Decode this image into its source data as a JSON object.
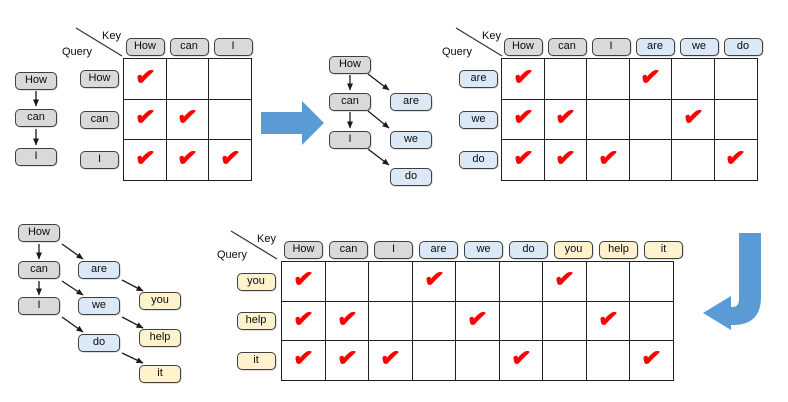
{
  "labels": {
    "key": "Key",
    "query": "Query",
    "check": "✔"
  },
  "colors": {
    "gray_fill": "#d9d9d9",
    "blue_fill": "#dbe9f6",
    "yellow_fill": "#fff2cc",
    "box_border": "#404040",
    "grid_line": "#1f1f1f",
    "check_red": "#fe0000",
    "flow_arrow_blue": "#5b9bd5"
  },
  "chains": [
    {
      "nodes": [
        {
          "label": "How",
          "color": "gray"
        },
        {
          "label": "can",
          "color": "gray"
        },
        {
          "label": "I",
          "color": "gray"
        }
      ]
    },
    {
      "nodes": [
        {
          "label": "How",
          "color": "gray"
        },
        {
          "label": "can",
          "color": "gray"
        },
        {
          "label": "I",
          "color": "gray"
        },
        {
          "label": "are",
          "color": "blue"
        },
        {
          "label": "we",
          "color": "blue"
        },
        {
          "label": "do",
          "color": "blue"
        }
      ]
    },
    {
      "nodes": [
        {
          "label": "How",
          "color": "gray"
        },
        {
          "label": "can",
          "color": "gray"
        },
        {
          "label": "I",
          "color": "gray"
        },
        {
          "label": "are",
          "color": "blue"
        },
        {
          "label": "we",
          "color": "blue"
        },
        {
          "label": "do",
          "color": "blue"
        },
        {
          "label": "you",
          "color": "yellow"
        },
        {
          "label": "help",
          "color": "yellow"
        },
        {
          "label": "it",
          "color": "yellow"
        }
      ]
    }
  ],
  "matrices": [
    {
      "keys": [
        {
          "label": "How",
          "color": "gray"
        },
        {
          "label": "can",
          "color": "gray"
        },
        {
          "label": "I",
          "color": "gray"
        }
      ],
      "queries": [
        {
          "label": "How",
          "color": "gray"
        },
        {
          "label": "can",
          "color": "gray"
        },
        {
          "label": "I",
          "color": "gray"
        }
      ],
      "checks": [
        [
          1,
          0,
          0
        ],
        [
          1,
          1,
          0
        ],
        [
          1,
          1,
          1
        ]
      ]
    },
    {
      "keys": [
        {
          "label": "How",
          "color": "gray"
        },
        {
          "label": "can",
          "color": "gray"
        },
        {
          "label": "I",
          "color": "gray"
        },
        {
          "label": "are",
          "color": "blue"
        },
        {
          "label": "we",
          "color": "blue"
        },
        {
          "label": "do",
          "color": "blue"
        }
      ],
      "queries": [
        {
          "label": "are",
          "color": "blue"
        },
        {
          "label": "we",
          "color": "blue"
        },
        {
          "label": "do",
          "color": "blue"
        }
      ],
      "checks": [
        [
          1,
          0,
          0,
          1,
          0,
          0
        ],
        [
          1,
          1,
          0,
          0,
          1,
          0
        ],
        [
          1,
          1,
          1,
          0,
          0,
          1
        ]
      ]
    },
    {
      "keys": [
        {
          "label": "How",
          "color": "gray"
        },
        {
          "label": "can",
          "color": "gray"
        },
        {
          "label": "I",
          "color": "gray"
        },
        {
          "label": "are",
          "color": "blue"
        },
        {
          "label": "we",
          "color": "blue"
        },
        {
          "label": "do",
          "color": "blue"
        },
        {
          "label": "you",
          "color": "yellow"
        },
        {
          "label": "help",
          "color": "yellow"
        },
        {
          "label": "it",
          "color": "yellow"
        }
      ],
      "queries": [
        {
          "label": "you",
          "color": "yellow"
        },
        {
          "label": "help",
          "color": "yellow"
        },
        {
          "label": "it",
          "color": "yellow"
        }
      ],
      "checks": [
        [
          1,
          0,
          0,
          1,
          0,
          0,
          1,
          0,
          0
        ],
        [
          1,
          1,
          0,
          0,
          1,
          0,
          0,
          1,
          0
        ],
        [
          1,
          1,
          1,
          0,
          0,
          1,
          0,
          0,
          1
        ]
      ]
    }
  ]
}
